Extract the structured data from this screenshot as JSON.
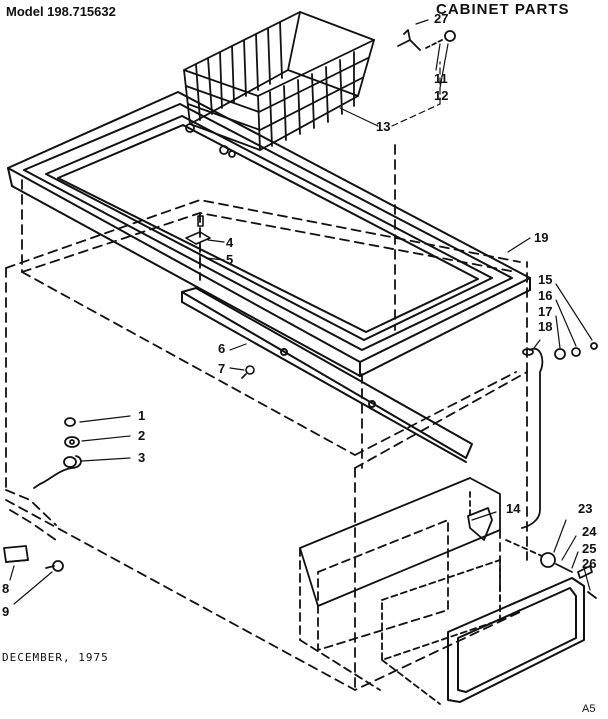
{
  "header": {
    "model": "Model 198.715632",
    "title": "CABINET PARTS"
  },
  "footer": {
    "date": "DECEMBER, 1975",
    "code": "A5"
  },
  "callouts": [
    "1",
    "2",
    "3",
    "4",
    "5",
    "6",
    "7",
    "8",
    "9",
    "11",
    "12",
    "13",
    "14",
    "15",
    "16",
    "17",
    "18",
    "19",
    "23",
    "24",
    "25",
    "26",
    "27"
  ]
}
